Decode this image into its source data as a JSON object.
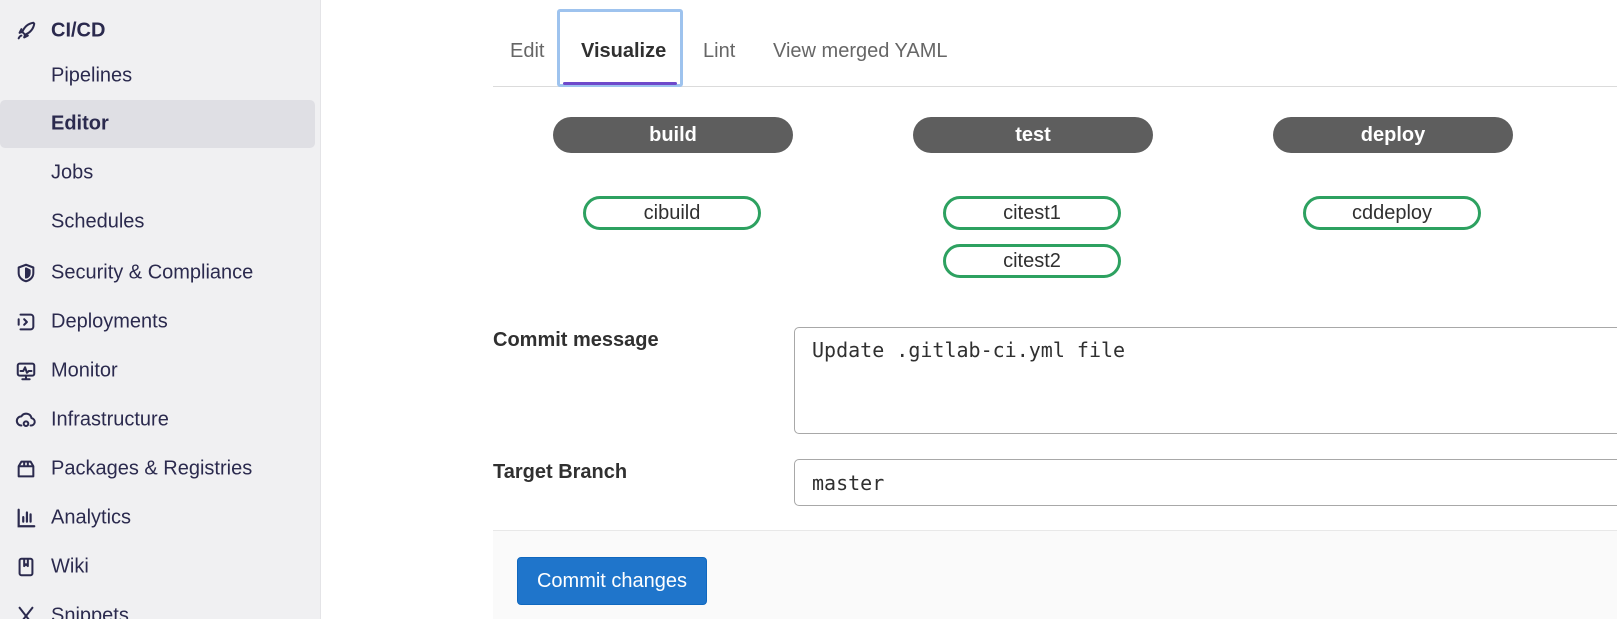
{
  "sidebar": {
    "header": {
      "label": "CI/CD",
      "icon": "rocket-icon"
    },
    "sub_items": [
      {
        "label": "Pipelines",
        "active": false
      },
      {
        "label": "Editor",
        "active": true
      },
      {
        "label": "Jobs",
        "active": false
      },
      {
        "label": "Schedules",
        "active": false
      }
    ],
    "sections": [
      {
        "label": "Security & Compliance",
        "icon": "shield-icon"
      },
      {
        "label": "Deployments",
        "icon": "deployments-icon"
      },
      {
        "label": "Monitor",
        "icon": "monitor-icon"
      },
      {
        "label": "Infrastructure",
        "icon": "cloud-gear-icon"
      },
      {
        "label": "Packages & Registries",
        "icon": "package-icon"
      },
      {
        "label": "Analytics",
        "icon": "chart-icon"
      },
      {
        "label": "Wiki",
        "icon": "book-icon"
      },
      {
        "label": "Snippets",
        "icon": "scissors-icon"
      }
    ]
  },
  "tabs": [
    {
      "label": "Edit",
      "active": false
    },
    {
      "label": "Visualize",
      "active": true
    },
    {
      "label": "Lint",
      "active": false
    },
    {
      "label": "View merged YAML",
      "active": false
    }
  ],
  "pipeline": {
    "stages": [
      {
        "name": "build",
        "jobs": [
          "cibuild"
        ]
      },
      {
        "name": "test",
        "jobs": [
          "citest1",
          "citest2"
        ]
      },
      {
        "name": "deploy",
        "jobs": [
          "cddeploy"
        ]
      }
    ]
  },
  "form": {
    "commit_message_label": "Commit message",
    "commit_message_value": "Update .gitlab-ci.yml file",
    "target_branch_label": "Target Branch",
    "target_branch_value": "master",
    "submit_label": "Commit changes"
  },
  "colors": {
    "sidebar_bg": "#f0f0f2",
    "sidebar_text": "#2b2a4e",
    "stage_pill": "#5e5e5e",
    "job_border": "#2da160",
    "tab_underline": "#6e49cb",
    "primary_button": "#1f75cb"
  }
}
